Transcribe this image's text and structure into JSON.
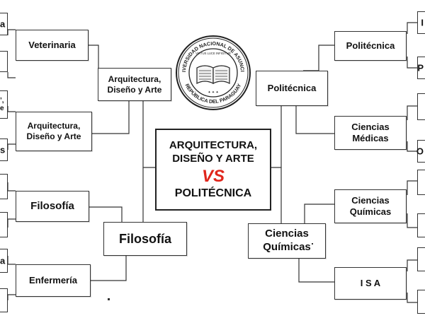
{
  "bracket": {
    "left": {
      "r1": [
        "Veterinaria",
        "Arquitectura,\nDiseño y Arte",
        "Filosofía",
        "Enfermería"
      ],
      "r2": [
        "Arquitectura,\nDiseño y Arte",
        "Filosofía"
      ],
      "edge": [
        "a",
        "",
        "’,\ne",
        "s",
        "",
        "",
        "a",
        ""
      ]
    },
    "right": {
      "r1": [
        "Politécnica",
        "Ciencias\nMédicas",
        "Ciencias\nQuímicas",
        "I S A"
      ],
      "r2": [
        "Politécnica",
        "Ciencias\nQuímicas"
      ],
      "edge": [
        "I",
        "P",
        "",
        "O",
        "",
        "",
        "",
        ""
      ]
    }
  },
  "final": {
    "left_team": "ARQUITECTURA,\nDISEÑO Y ARTE",
    "vs": "VS",
    "right_team": "POLITÉCNICA"
  },
  "seal": {
    "top_text": "UNIVERSIDAD NACIONAL DE ASUNCIÓN",
    "motto": "VIRTUS LUCE INFIGITUR",
    "bottom_text": "REPÚBLICA DEL PARAGUAY"
  },
  "colors": {
    "vs": "#e0261c",
    "line": "#333333"
  }
}
